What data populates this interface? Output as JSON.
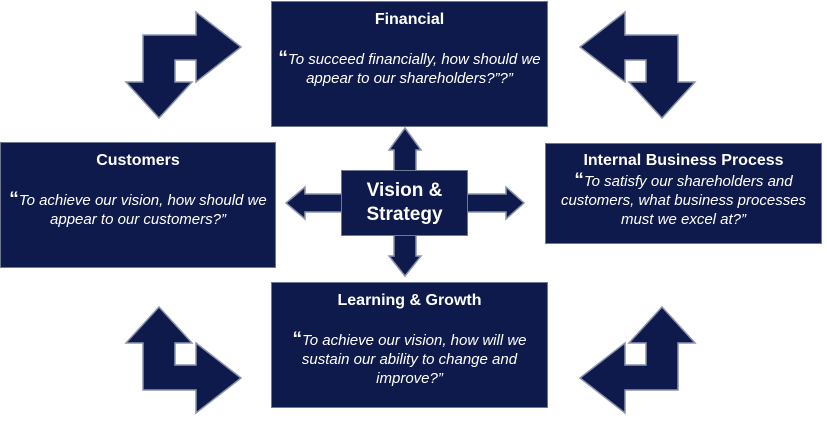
{
  "colors": {
    "box_fill": "#0f1a4c",
    "arrow_fill": "#0f1a4c",
    "arrow_stroke": "#8a93ad",
    "text": "#ffffff"
  },
  "center": {
    "label_line1": "Vision &",
    "label_line2": "Strategy"
  },
  "perspectives": {
    "financial": {
      "title": "Financial",
      "quote_open": "“",
      "question": "To succeed financially, how should we appear to our shareholders?”?”"
    },
    "customers": {
      "title": "Customers",
      "quote_open": "“",
      "question": "To achieve our vision, how should we appear to our customers?”"
    },
    "internal": {
      "title": "Internal Business Process",
      "quote_open": "“",
      "question": "To satisfy our shareholders and customers, what business processes must we excel at?”"
    },
    "learning": {
      "title": "Learning & Growth",
      "quote_open": "“",
      "question": "To achieve our vision, how will we sustain our ability to change and improve?”"
    }
  }
}
